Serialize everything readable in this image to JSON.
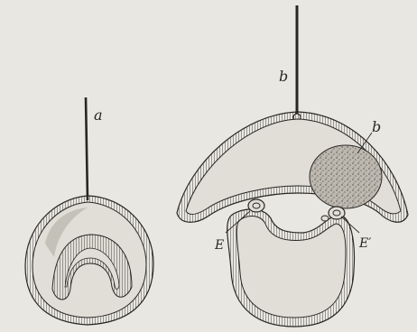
{
  "figure": {
    "labels": {
      "left_figure": "a",
      "right_figure": "b",
      "yolk": "b",
      "left_bud": "E",
      "right_bud": "E′"
    }
  },
  "colors": {
    "paper": "#e9e7e2",
    "ink": "#2a2723",
    "body_fill": "#e1ded8",
    "yolk_fill": "#bdb9b0"
  }
}
